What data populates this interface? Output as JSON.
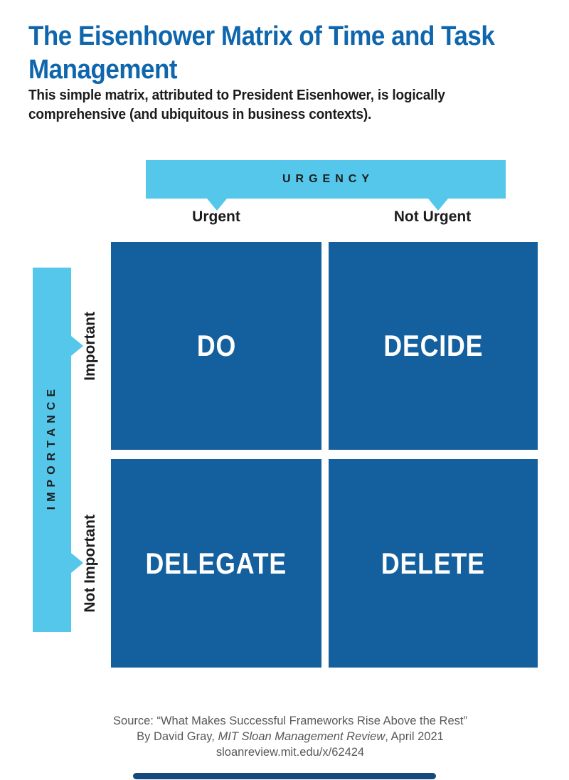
{
  "header": {
    "title_lines": [
      "The Eisenhower Matrix of Time and Task",
      "Management"
    ],
    "subtitle_lines": [
      "This simple matrix, attributed to President Eisenhower, is logically",
      "comprehensive (and ubiquitous in business contexts)."
    ]
  },
  "axes": {
    "urgency_label": "URGENCY",
    "importance_label": "IMPORTANCE",
    "columns": [
      {
        "label": "Urgent"
      },
      {
        "label": "Not Urgent"
      }
    ],
    "rows": [
      {
        "label": "Important"
      },
      {
        "label": "Not Important"
      }
    ]
  },
  "quadrants": [
    {
      "label": "DO"
    },
    {
      "label": "DECIDE"
    },
    {
      "label": "DELEGATE"
    },
    {
      "label": "DELETE"
    }
  ],
  "source": {
    "line1": "Source: “What Makes Successful Frameworks Rise Above the Rest”",
    "line2_prefix": "By David Gray, ",
    "line2_publication": "MIT Sloan Management Review",
    "line2_suffix": ", April 2021",
    "line3_url": "sloanreview.mit.edu/x/62424"
  },
  "colors": {
    "title_blue": "#0f66ad",
    "axis_light_blue": "#54c7ea",
    "quadrant_blue": "#14609e",
    "text_dark": "#1c1c1c",
    "source_gray": "#58585a",
    "footer_bar_navy": "#174a7c"
  }
}
